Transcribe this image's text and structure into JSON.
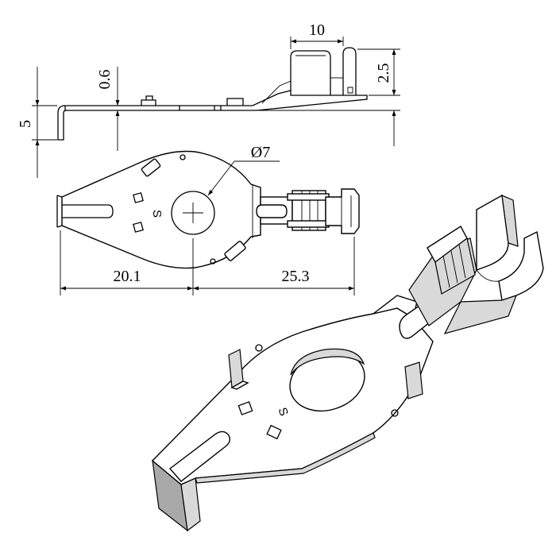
{
  "drawing": {
    "dimensions": {
      "top_width": "10",
      "thickness": "0.6",
      "right_height": "2.5",
      "left_height": "5",
      "hole_diameter": "Ø7",
      "left_length": "20.1",
      "right_length": "25.3"
    },
    "stamp_mark": "S",
    "iso_stamp_mark": "S",
    "colors": {
      "line": "#000000",
      "background": "#ffffff",
      "shade": "#d9d9d9",
      "dark_shade": "#a9a9a9"
    }
  }
}
